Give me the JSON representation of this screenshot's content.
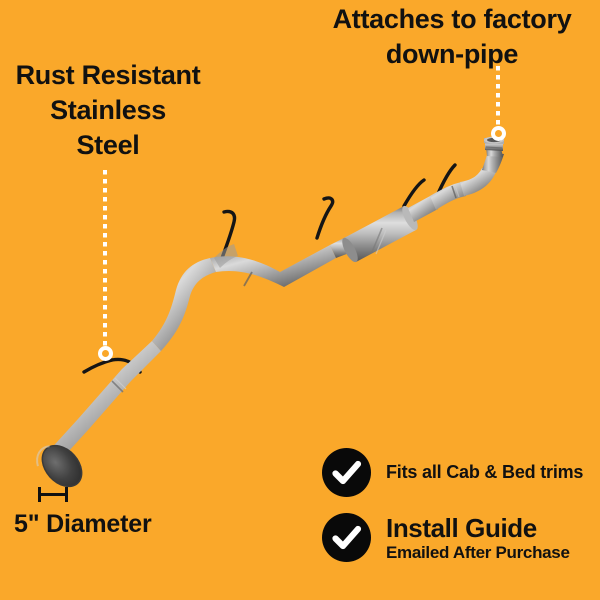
{
  "background_color": "#faa82a",
  "text_color": "#111111",
  "accent_color": "#ffffff",
  "badge_color": "#090909",
  "callouts": {
    "left": {
      "text": "Rust Resistant\nStainless\nSteel",
      "marker": "leader-dot"
    },
    "right": {
      "text": "Attaches to factory\ndown-pipe",
      "marker": "leader-dot"
    }
  },
  "dimension": {
    "label": "5\" Diameter"
  },
  "features": [
    {
      "icon": "check-icon",
      "main": "Fits all Cab & Bed trims",
      "sub": ""
    },
    {
      "icon": "check-icon",
      "main": "Install Guide",
      "sub": "Emailed After Purchase"
    }
  ],
  "product": {
    "name": "stainless-steel-exhaust-system",
    "metal_dark": "#4f4f4f",
    "metal_mid": "#8f8f8f",
    "metal_light": "#d2d2d2",
    "hanger_color": "#151515"
  }
}
